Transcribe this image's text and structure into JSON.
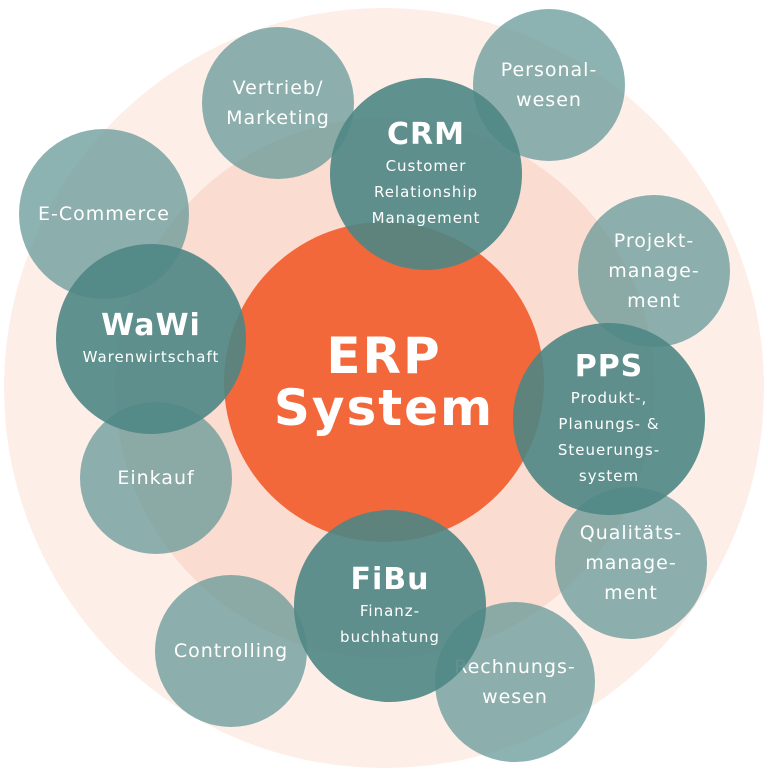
{
  "center": {
    "line1": "ERP",
    "line2": "System"
  },
  "modules": {
    "vertrieb": [
      "Vertrieb/",
      "Marketing"
    ],
    "personal": [
      "Personal-",
      "wesen"
    ],
    "crm": {
      "title": "CRM",
      "lines": [
        "Customer",
        "Relationship",
        "Management"
      ]
    },
    "ecommerce": [
      "E-Commerce"
    ],
    "projekt": [
      "Projekt-",
      "manage-",
      "ment"
    ],
    "wawi": {
      "title": "WaWi",
      "lines": [
        "Warenwirtschaft"
      ]
    },
    "pps": {
      "title": "PPS",
      "lines": [
        "Produkt-,",
        "Planungs- &",
        "Steuerungs-",
        "system"
      ]
    },
    "einkauf": [
      "Einkauf"
    ],
    "qualitaet": [
      "Qualitäts-",
      "manage-",
      "ment"
    ],
    "fibu": {
      "title": "FiBu",
      "lines": [
        "Finanz-",
        "buchhatung"
      ]
    },
    "controlling": [
      "Controlling"
    ],
    "rechnung": [
      "Rechnungs-",
      "wesen"
    ]
  },
  "colors": {
    "center": "#f2683b",
    "bubble": "#609694",
    "ring_outer": "#fdeee8",
    "ring_inner": "#fbdcd0"
  }
}
